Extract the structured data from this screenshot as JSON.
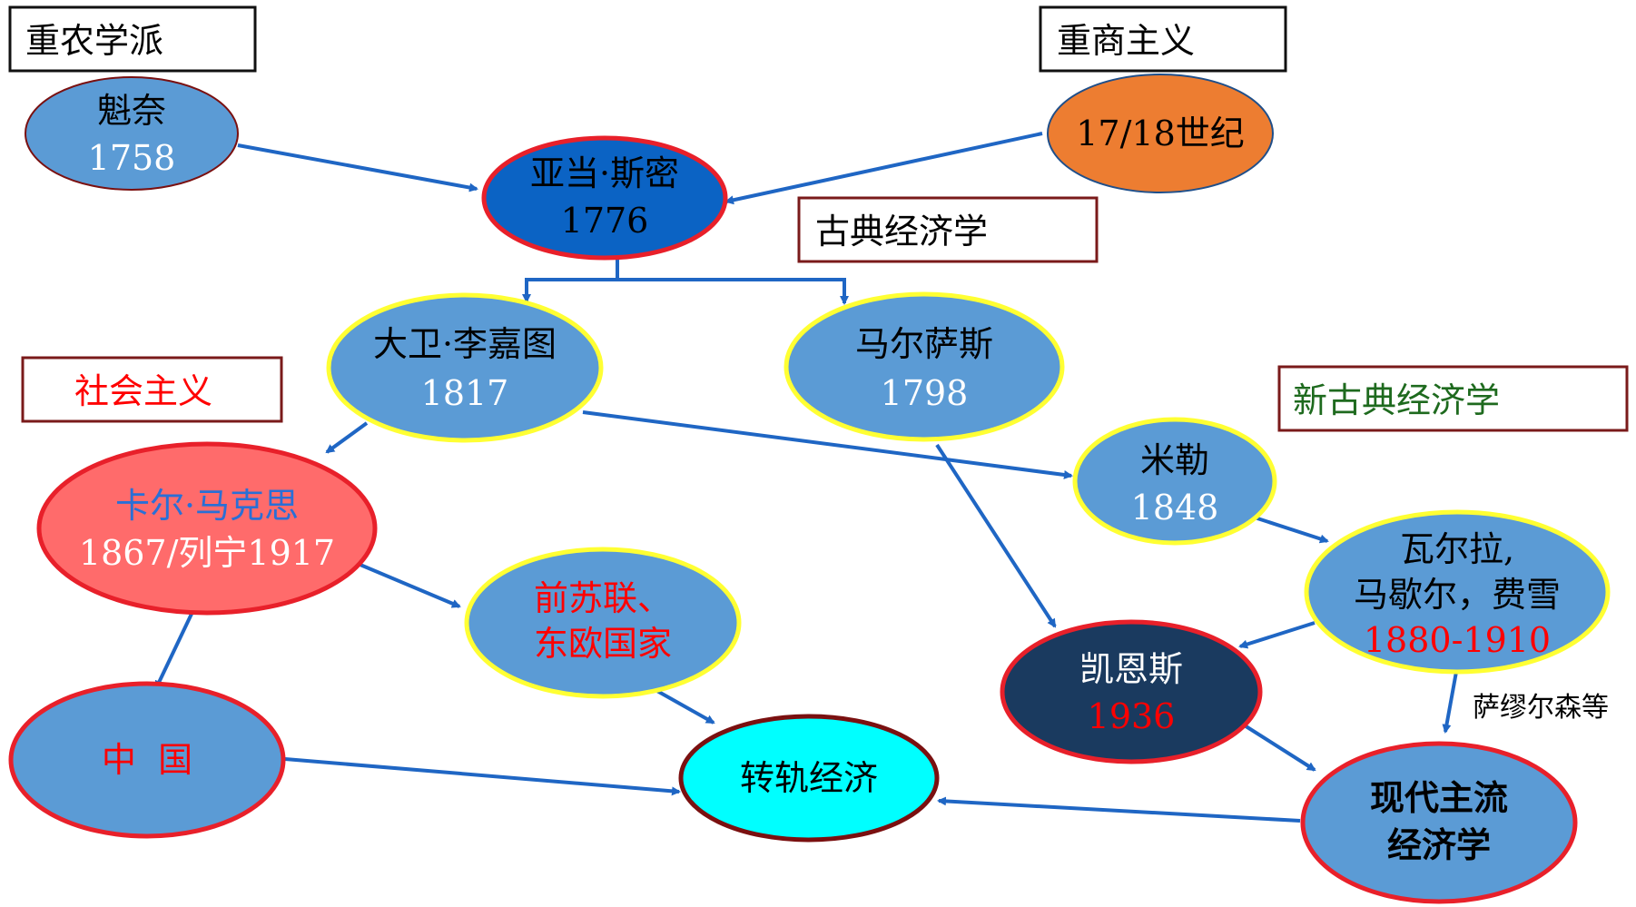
{
  "colors": {
    "arrow": "#1f66c4",
    "box_border_dark": "#111111",
    "box_border_red": "#7a1a1a",
    "node_blue": "#5b9bd5",
    "node_dark_blue": "#0b63c4",
    "node_orange": "#ed7d31",
    "node_pink": "#ff6b6b",
    "node_navy": "#1a3a5f",
    "node_cyan": "#00ffff",
    "ring_red": "#e8202a",
    "ring_yellow": "#ffff33",
    "ring_dark_red": "#7a1010",
    "text_black": "#000000",
    "text_white": "#ffffff",
    "text_red": "#ff0000",
    "text_blue": "#2a6fd6",
    "text_green": "#1e6a1e"
  },
  "labels": {
    "physiocrats": "重农学派",
    "mercantilism": "重商主义",
    "classical": "古典经济学",
    "socialism": "社会主义",
    "neoclassical": "新古典经济学"
  },
  "nodes": {
    "quesnay": {
      "name": "魁奈",
      "year": "1758"
    },
    "c1718": {
      "name": "17/18世纪"
    },
    "smith": {
      "name": "亚当·斯密",
      "year": "1776"
    },
    "ricardo": {
      "name": "大卫·李嘉图",
      "year": "1817"
    },
    "malthus": {
      "name": "马尔萨斯",
      "year": "1798"
    },
    "marx": {
      "name": "卡尔·马克思",
      "year": "1867/列宁1917"
    },
    "mill": {
      "name": "米勒",
      "year": "1848"
    },
    "walras": {
      "name_line1": "瓦尔拉,",
      "name_line2": "马歇尔，费雪",
      "year": "1880-1910"
    },
    "ussr": {
      "name_line1": "前苏联、",
      "name_line2": "东欧国家"
    },
    "keynes": {
      "name": "凯恩斯",
      "year": "1936"
    },
    "china": {
      "name": "中  国"
    },
    "transition": {
      "name": "转轨经济"
    },
    "mainstream": {
      "name_line1": "现代主流",
      "name_line2": "经济学"
    }
  },
  "notes": {
    "samuelson": "萨缪尔森等"
  }
}
